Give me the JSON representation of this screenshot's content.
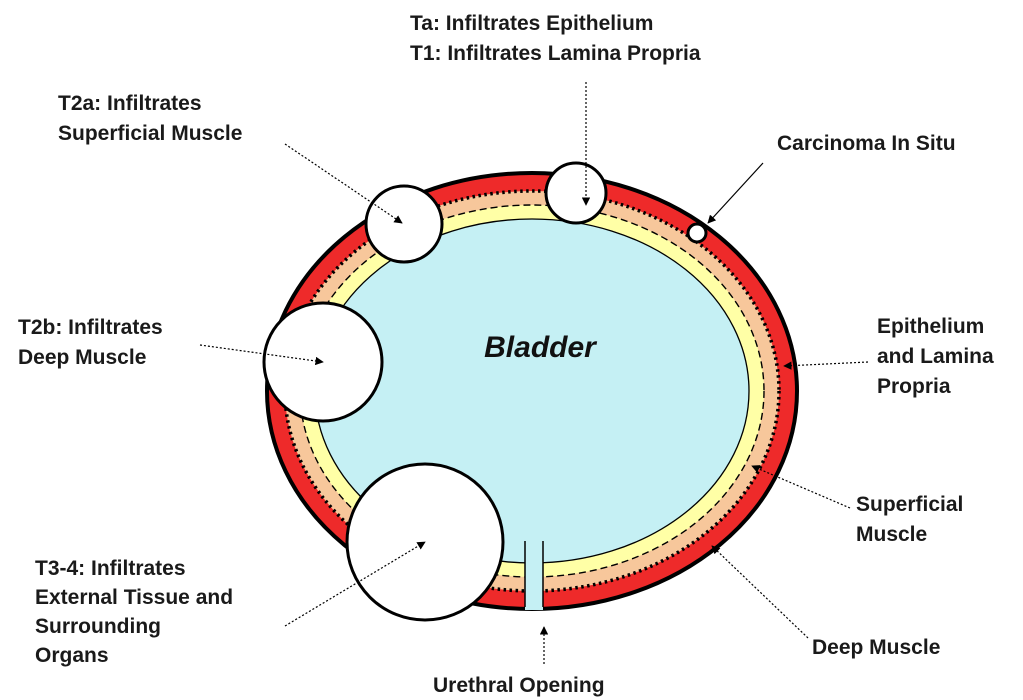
{
  "diagram": {
    "center_label": "Bladder",
    "labels": {
      "ta_line1": "Ta: Infiltrates Epithelium",
      "ta_line2": "T1: Infiltrates Lamina Propria",
      "t2a_line1": "T2a: Infiltrates",
      "t2a_line2": "Superficial Muscle",
      "cis": "Carcinoma In Situ",
      "t2b_line1": "T2b: Infiltrates",
      "t2b_line2": "Deep Muscle",
      "epi_line1": "Epithelium",
      "epi_line2": "and Lamina",
      "epi_line3": "Propria",
      "sup_line1": "Superficial",
      "sup_line2": "Muscle",
      "t34_line1": "T3-4: Infiltrates",
      "t34_line2": "External Tissue and",
      "t34_line3": "Surrounding",
      "t34_line4": "Organs",
      "deep": "Deep Muscle",
      "urethral": "Urethral Opening"
    },
    "colors": {
      "deep_muscle": "#ee2a2a",
      "superficial_muscle": "#f7c79b",
      "epithelium": "#ffffa6",
      "lumen": "#c5f0f4",
      "outline": "#000000",
      "tumor": "#ffffff"
    }
  }
}
